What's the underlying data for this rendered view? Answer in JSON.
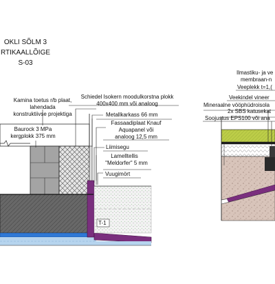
{
  "title": {
    "line1": "OKLI SÕLM 3",
    "line2": "RTIKAALLÕIGE",
    "line3": "S-03"
  },
  "left_labels": {
    "kamina_1": "Kamina toetus r/b plaat,",
    "kamina_2": "lahendada",
    "kamina_3": "konstruktiivse projektiga",
    "baurock_1": "Baurock 3 MPa",
    "baurock_2": "kergplokk 375 mm",
    "schiedel_1": "Schiedel Isokern moodulkorstna plokk",
    "schiedel_2": "400x400 mm või analoog",
    "metall": "Metallkarkass 66 mm",
    "fassaad_1": "Fassaadiplaat Knauf",
    "fassaad_2": "Aquapanel või",
    "fassaad_3": "analoog 12,5 mm",
    "liimisegu": "Liimisegu",
    "lamell_1": "Lamelltellis",
    "lamell_2": "\"Meldorfer\" 5 mm",
    "vuugi": "Vuugimört",
    "t1": "T-1"
  },
  "right_labels": {
    "ilmastik_1": "Ilmastiku- ja ve",
    "ilmastik_2": "membraan-n",
    "veeplekk": "Veeplekk t=1,(",
    "vineer": "Veekindel vineer",
    "mineraal": "Mineraalne vööphüdroisola",
    "sbs": "2x SBS katusekat",
    "eps": "Soojustus EPS100 või ana"
  },
  "colors": {
    "concrete": "#6c6c6c",
    "block": "#a4a4a4",
    "purple": "#7a2f7e",
    "blue": "#2f78d6",
    "lightblue": "#b6d4ee",
    "brick": "#d7c3b8",
    "green": "#b9c944",
    "dark": "#1a1a1a"
  },
  "icons": [
    "section-marker-icon"
  ]
}
